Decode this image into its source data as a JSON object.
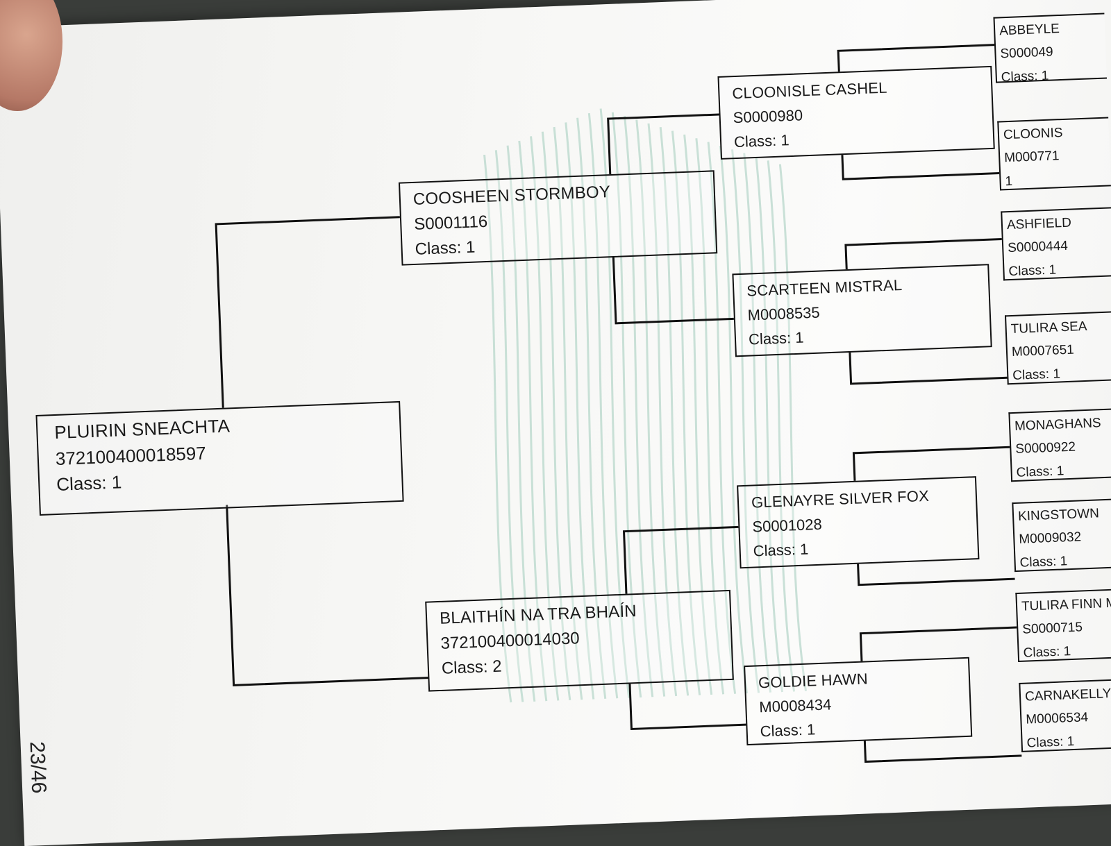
{
  "page_number": "23/46",
  "pedigree": {
    "subject": {
      "name": "PLUIRIN SNEACHTA",
      "id": "372100400018597",
      "class": "Class: 1"
    },
    "sire": {
      "name": "COOSHEEN STORMBOY",
      "id": "S0001116",
      "class": "Class: 1"
    },
    "dam": {
      "name": "BLAITHÍN NA TRA BHAÍN",
      "id": "372100400014030",
      "class": "Class: 2"
    },
    "sire_sire": {
      "name": "CLOONISLE CASHEL",
      "id": "S0000980",
      "class": "Class: 1"
    },
    "sire_dam": {
      "name": "SCARTEEN MISTRAL",
      "id": "M0008535",
      "class": "Class: 1"
    },
    "dam_sire": {
      "name": "GLENAYRE SILVER FOX",
      "id": "S0001028",
      "class": "Class: 1"
    },
    "dam_dam": {
      "name": "GOLDIE HAWN",
      "id": "M0008434",
      "class": "Class: 1"
    },
    "gen4": [
      {
        "name": "ABBEYLE",
        "id": "S000049",
        "class": "Class: 1"
      },
      {
        "name": "CLOONIS",
        "id": "M000771",
        "class": "1"
      },
      {
        "name": "ASHFIELD",
        "id": "S0000444",
        "class": "Class: 1"
      },
      {
        "name": "TULIRA SEA",
        "id": "M0007651",
        "class": "Class: 1"
      },
      {
        "name": "MONAGHANS",
        "id": "S0000922",
        "class": "Class: 1"
      },
      {
        "name": "KINGSTOWN",
        "id": "M0009032",
        "class": "Class: 1"
      },
      {
        "name": "TULIRA FINN M",
        "id": "S0000715",
        "class": "Class: 1"
      },
      {
        "name": "CARNAKELLY",
        "id": "M0006534",
        "class": "Class: 1"
      }
    ]
  }
}
